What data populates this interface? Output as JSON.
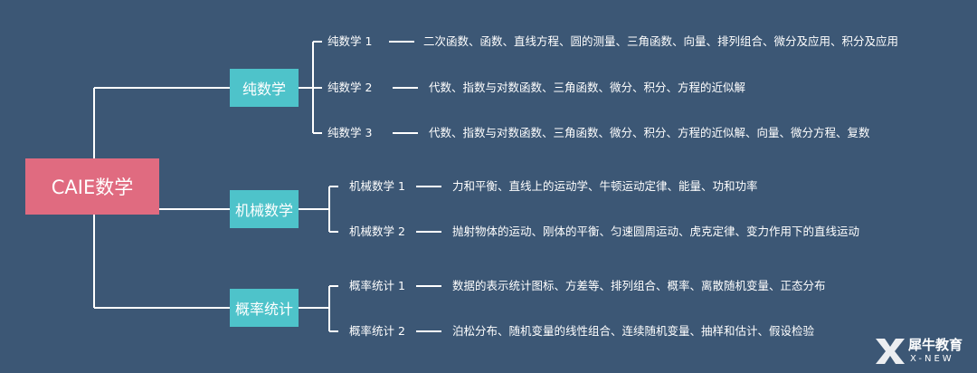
{
  "root": {
    "label": "CAIE数学"
  },
  "branches": [
    {
      "label": "纯数学",
      "items": [
        {
          "label": "纯数学 1",
          "desc": "二次函数、函数、直线方程、圆的测量、三角函数、向量、排列组合、微分及应用、积分及应用"
        },
        {
          "label": "纯数学 2",
          "desc": "代数、指数与对数函数、三角函数、微分、积分、方程的近似解"
        },
        {
          "label": "纯数学 3",
          "desc": "代数、指数与对数函数、三角函数、微分、积分、方程的近似解、向量、微分方程、复数"
        }
      ]
    },
    {
      "label": "机械数学",
      "items": [
        {
          "label": "机械数学 1",
          "desc": "力和平衡、直线上的运动学、牛顿运动定律、能量、功和功率"
        },
        {
          "label": "机械数学 2",
          "desc": "抛射物体的运动、刚体的平衡、匀速圆周运动、虎克定律、变力作用下的直线运动"
        }
      ]
    },
    {
      "label": "概率统计",
      "items": [
        {
          "label": "概率统计 1",
          "desc": "数据的表示统计图标、方差等、排列组合、概率、离散随机变量、正态分布"
        },
        {
          "label": "概率统计 2",
          "desc": "泊松分布、随机变量的线性组合、连续随机变量、抽样和估计、假设检验"
        }
      ]
    }
  ],
  "watermark": {
    "name": "犀牛教育",
    "sub": "X-NEW"
  },
  "colors": {
    "background": "#3c5775",
    "root": "#e06b80",
    "branch": "#4ec3ca",
    "line": "#ffffff"
  }
}
